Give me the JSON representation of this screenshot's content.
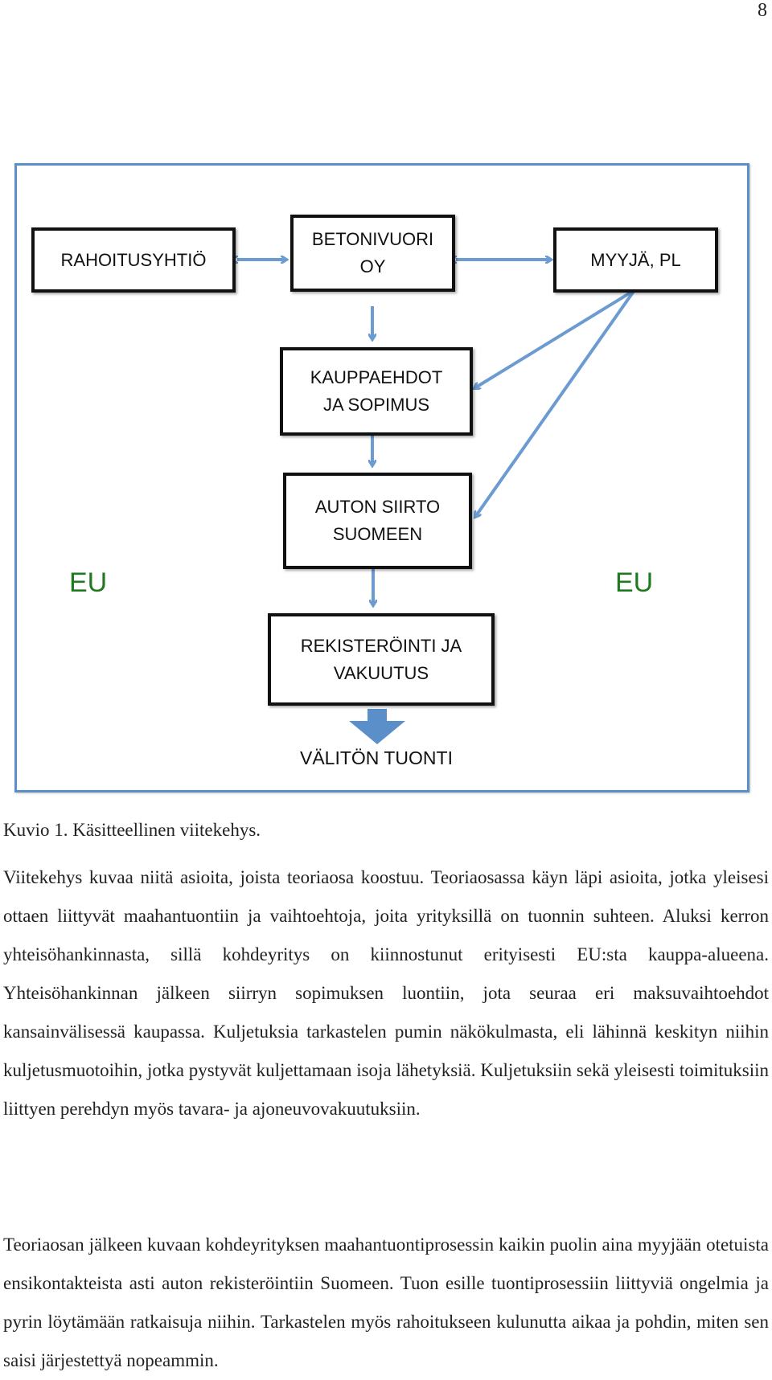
{
  "page": {
    "number": "8"
  },
  "figure": {
    "boxes": {
      "rahoitusyhtio": "RAHOITUSYHTIÖ",
      "betonivuori": [
        "BETONIVUORI",
        "OY"
      ],
      "myyja": "MYYJÄ, PL",
      "kauppaehdot": [
        "KAUPPAEHDOT",
        "JA SOPIMUS"
      ],
      "auton_siirto": [
        "AUTON SIIRTO",
        "SUOMEEN"
      ],
      "rekisterointi": [
        "REKISTERÖINTI JA",
        "VAKUUTUS"
      ]
    },
    "eu_left": "EU",
    "eu_right": "EU",
    "valiton_tuonti": "VÄLITÖN TUONTI",
    "colors": {
      "arrow": "#6c9bd2",
      "frame": "#5b8fc9",
      "eu": "#1f7a1f"
    }
  },
  "caption": "Kuvio 1. Käsitteellinen viitekehys.",
  "paragraphs": [
    "Viitekehys kuvaa niitä asioita, joista teoriaosa koostuu. Teoriaosassa käyn läpi asioita, jotka yleisesi ottaen liittyvät maahantuontiin ja vaihtoehtoja, joita yrityksillä on tuonnin suhteen. Aluksi kerron yhteisöhankinnasta, sillä kohdeyritys on kiinnostunut erityisesti EU:sta kauppa-alueena. Yhteisöhankinnan jälkeen siirryn sopimuksen luontiin, jota seuraa eri maksuvaihtoehdot kansainvälisessä kaupassa. Kuljetuksia tarkastelen pumin näkökulmasta, eli lähinnä keskityn niihin kuljetusmuotoihin, jotka pystyvät kuljettamaan isoja lähetyksiä. Kuljetuksiin sekä yleisesti toimituksiin liittyen perehdyn myös tavara- ja ajoneuvovakuutuksiin.",
    "Teoriaosan jälkeen kuvaan kohdeyrityksen maahantuontiprosessin kaikin puolin aina myyjään otetuista ensikontakteista asti auton rekisteröintiin Suomeen. Tuon esille tuontiprosessiin liittyviä ongelmia ja pyrin löytämään ratkaisuja niihin. Tarkastelen myös rahoitukseen kulunutta aikaa ja pohdin, miten sen saisi järjestettyä nopeammin."
  ]
}
